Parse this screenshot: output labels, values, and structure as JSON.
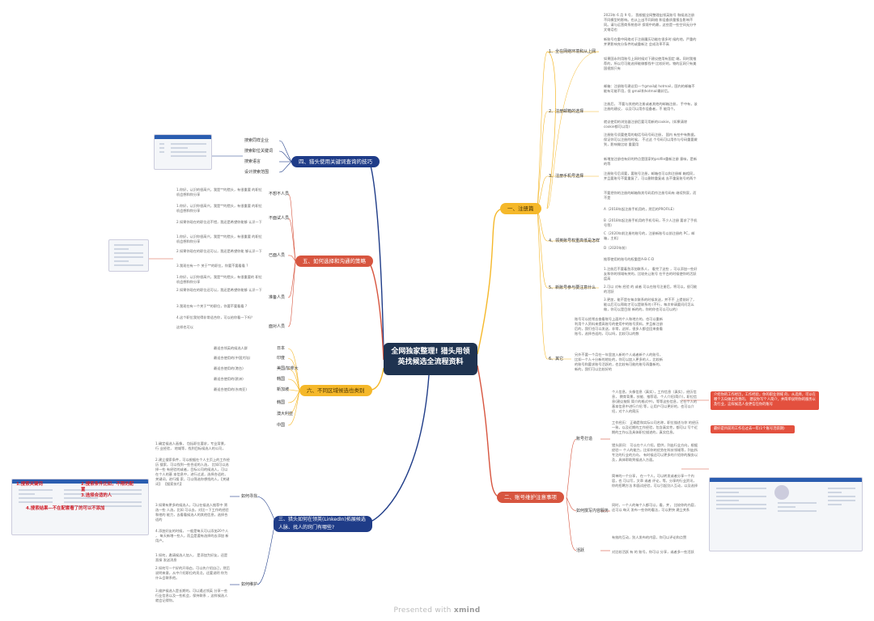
{
  "central": {
    "title": "全网独家整理! 猎头用领英找候选全流程资料"
  },
  "footer": {
    "prefix": "Presented with",
    "brand": "xmind"
  },
  "branches": {
    "b1": "一、注册篇",
    "b2": "二、账号维护注意事项",
    "b3": "三、猎头如何在领英(LinkedIn)拓展候选人脉、找人的窍门有哪些?",
    "b4": "四、猎头使用关键词查询的技巧",
    "b5": "五、如何选择和沟通的策略",
    "b6": "六、不同区域候选也类别"
  },
  "b1_subs": [
    "1、全在网络环境和从上网",
    "2、注册邮箱的选择",
    "3、注册手机号选择",
    "4、领英账号权重高低是怎样",
    "5、新账号参与要注意什么",
    "6、其它"
  ],
  "b1_notes": [
    "2023年 6 月 9 号， 我根据全网整理出领英账号 和候选注册不同模型的影响。也从上出不同网络 和设备质量报告影响不同。请与运营商系统各环 保境中的最，这些是一些空间无分中文电话也",
    "新账号在重中网络对于注册履历功能在很多时 候的地，严重的并更影响充分条件的或重新注 会成功率不高",
    "如果国永利用账号上网时候对下建议使用有固定 端，同时我推荐的，所以尽可能选择能做都找中 比较好的，物的区网只有美国视频只有",
    "邮箱：注册账号建议用一个gmail或 hotmail，国内的邮箱不能有可能不用，但 gmail和hotmail最好后。",
    "注册后， 不要与其他的注册或者其他的邮箱注册， 手中有，该注册的建议， 以及可以用作设备者，不 能用个。",
    "就议使用的浏览器注册后要可用新的cookie，(如果清除 cookie都可以用)",
    "注册账号须要使用的电话号码号码注册， 国内 有些中有数据，保证你可以注册的时候， 不过这 个号码可以用作与号码重要做到，影响做比较 重要用",
    "新增加注册也有好的特点是国家的profile重新注册 意味，是新的等",
    "注册账号后须要，要账号注册，邮箱也可以和注册邮 箱相同，并且要账号不要重复了，可以删除重复或 去不重复账号的两个",
    "不要把你的注册的邮箱和其号码用作注册号码有 继续到家，而不是",
    "A（2018年起注册手机用的，然后的PROFILE）",
    "B（2018年起注册手机用的手机号码，不少人注册 要求了手机号等）",
    "C（2020年前注册的账号的，注册新账号以前注册的 PC，邮箱，主机）",
    "D（2020年前）",
    "推荐使用的账号的权重是A-B-C-D",
    "1.注册后不要着急添加联系人， 看完了这些 ，可以添加一些好友和你的领域有关的，比较先让账号 在平台的时候使你的活跃度高",
    "2.可以 对有 经验 的 或者 可以在账号注册后，将可以，很可能的活跃",
    "3.更加，能不是在每次联系的时候发送，并不不 上提前好了，能以后可以帮助才可以是联系的 (不行，每次申请要问问怎么做，你可以是目前 新的的，你的你也可以可以的)"
  ],
  "b1_other": [
    "账号可以经常去查看账号上面的个人和地方的，也可以重新利用个人资料来提高账号的使用中的账号资料，并且新注册后的，我们也可以发送，非常，这样，很多人都会回来查看账号，选择合适的，可以吗，比较可以的数",
    "另外不要一个月在一年里加入新的个人或者新个人的账号，比如一个人十分新的地址的，你可以加入更多的人，比较新的账号和要求账号活跃的，也比较有可能的账号再重新的，新的，我们可以比较好的"
  ],
  "b2_subs": [
    "账号打造",
    "如何撰写内容服务",
    "活跃"
  ],
  "b2_notes": [
    "个人信息，头像信息（真实），工作信息（真实），经历信息， 教育背景，技能、推荐语、个人介绍(简介)，职位信息(建议按照 简介的格式中)，等等这些信息，它在个人的基本信息中进行介绍 等，让用户可以更好的，也可以介绍，对个人的简历",
    "工作经历： 正确是和实际公司名称，职位描述与你 的经历一致，以及近期的工作经验，包含真实性，都可以 写个近期的工作以及具体职位描述的，真实信息。",
    "猎头顾问： 可以在个人介绍，提供，列出行业方向，根据经验一 个人的能力，比如你的优势在科技领域等，列出所专注的行业的方向， 有时候还可以更多的介绍你的服务以及，具体帮助到候选人方面。",
    "简单的一个分享， 在一个人，可以转发或者分享一个内容，也 可以写，文章 或者 评论，等，分享的行业资讯，你的招聘方法 和面试经验，可以引起别人互动，以及选择",
    "同时，一个人的每个人都可以，看，并， 比较你的内容，还可以 每天 发布一些你的看法，可以更快 建立关系",
    "有效的互动，别人发布的内容，你可以评论和点赞",
    "对比较活跃 有 的 账号，你可以 分享，或者多一些活跃"
  ],
  "b2_highlights": [
    "介绍你的工作经历，工作经验，你的职业领域 的、从选择，可以在哪个方向做出改善的， 建议你写个人简介，并简单说明你的服务以 及行业，这样候选人会更信任你的账号",
    "最好是目前的工作在过去一年(1个账号活跃期)"
  ],
  "b3_subs": [
    "如何寻找",
    "如何维护"
  ],
  "b3_notes": [
    "1.确定候选人画像， 包括职位要求，专业背景，行 业经验， 地域等，找到目标候选人的公司，",
    "2.建立搜索条件，可以根据在个人主页上的工作经历 搜索，可以找到一些合适的人选， 比如可以选择一些 有经验的或者，目标公司的候选人，可以在个人的基 本信息中，进行过滤，选择合适的，关键词，进行搜 索，可以筛选你想找的人，【关键词】 【搜索技巧】",
    "3.如果有更多的候选人，可以在候选人推荐中 筛选一些 人选，比如 可以去，对比一下工作的经验和他的 能力，去看看候选人的其他信息，选择合适的",
    "4.添加好友的时候， 一般是每天可以添加20个人 ， 每天新增一些人，而且是要有选择的去添加 新用户。",
    "1.如何，邀请候选人加入， 是添加为好友，还是直接 发送消息",
    "2.如何写一个好的开场白，可以先介绍自己，然后 说明来意，从中介绍职位的亮点，还要说明 你为什么会联系他。",
    "3.维护候选人是长期的，可以通过领英 分享一些行业信息以及一些机会，保持联系 ，这样候选人就会记得你。"
  ],
  "b4_subs": [
    "搜索同样企业",
    "搜索职位关键词",
    "搜索语言",
    "设计搜索范围"
  ],
  "b5_subs": [
    "不想不人员",
    "不面试人员",
    "已面人员",
    "准备人员",
    "面对人员"
  ],
  "b5_notes": [
    "1.你好，认识的很高兴，我是**的猎头，有很重要 的职位机会想和你分享",
    "1.你好，认识你很高兴，我是**的猎头，有很重要 的职位机会想和你分享",
    "2.如果你现在的职位还不错，我还是希望你能够 认识一下",
    "1.你好，认识你很高兴，我是**的猎头，有很重要 的职位机会想和你分享",
    "2.如果你现在的职位还可以，我还是希望你能 够认识一下",
    "3.我现在有一个 关于**的职位，你要不要看看 ?",
    "1.你好，认识你很高兴，我是**的猎头，有很重要的 职位机会想和你分享",
    "2.如果你现在的职位还可以，我还是希望你能够 认识一下",
    "3.我现在有一个关于**的职位，你要不要看看 ?",
    "4.这个职位我觉得非常适合你，可以给你看一下吗？",
    "这样也可以"
  ],
  "b6_rows": [
    {
      "k": "最适合领英的候选人群",
      "v": "日本"
    },
    {
      "k": "最适合使用的(中国大陆)",
      "v": "印度"
    },
    {
      "k": "最适合使用的(港台)",
      "v": "美国/加拿大"
    },
    {
      "k": "最适合使用的(欧洲)",
      "v": "韩国"
    },
    {
      "k": "最适合使用的(东南亚)",
      "v": "新加坡"
    },
    {
      "k": "",
      "v": "韩国"
    },
    {
      "k": "",
      "v": "澳大利亚"
    },
    {
      "k": "",
      "v": "中国"
    }
  ],
  "annotations": [
    "1.搜索关键词",
    "2.搜索条件比如，不限的配置",
    "3.选择合适的人",
    "4.搜索结果—不在配套看了的可以不添加"
  ]
}
